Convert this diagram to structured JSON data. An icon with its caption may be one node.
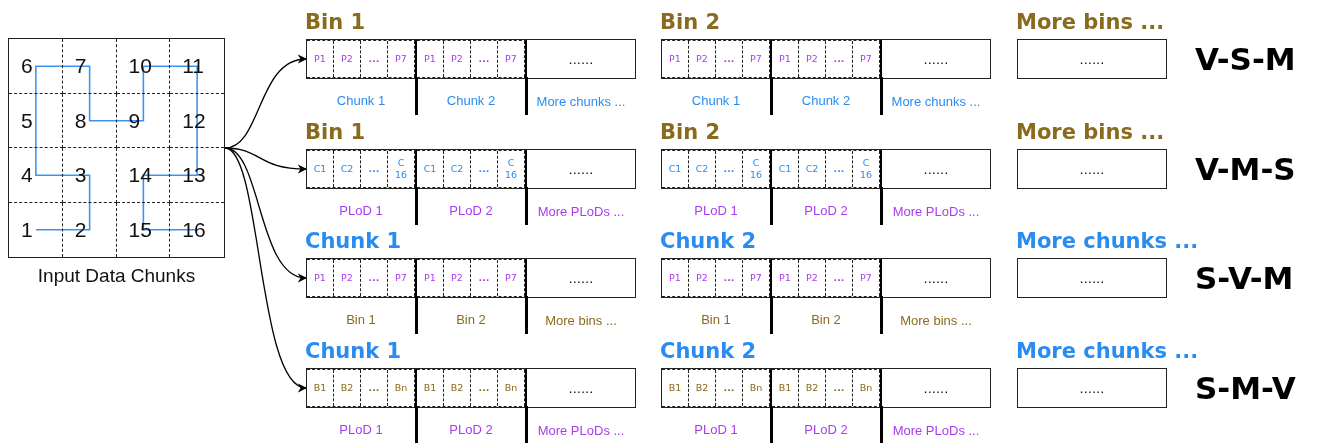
{
  "diagram": {
    "nodes": [
      {
        "text": [
          "6",
          "7",
          "10",
          "11",
          "5",
          "8",
          "9",
          "12",
          "4",
          "3",
          "14",
          "13",
          "1",
          "2",
          "15",
          "16"
        ],
        "beside": [
          "Input Data Chunks"
        ]
      },
      {
        "text": [
          "Bin 1"
        ]
      },
      {
        "text": [],
        "shape": "box",
        "beside": [
          "Chunk 1"
        ],
        "in": 1
      },
      {
        "text": [
          "P1"
        ],
        "in": 2
      },
      {
        "text": [
          "P2"
        ],
        "in": 2
      },
      {
        "text": [
          "..."
        ],
        "in": 2
      },
      {
        "text": [
          "P7"
        ],
        "in": 2
      },
      {
        "text": [],
        "shape": "box",
        "beside": [
          "Chunk 2"
        ],
        "in": 1
      },
      {
        "text": [
          "P1"
        ],
        "in": 7
      },
      {
        "text": [
          "P2"
        ],
        "in": 7
      },
      {
        "text": [
          "..."
        ],
        "in": 7
      },
      {
        "text": [
          "P7"
        ],
        "in": 7
      },
      {
        "text": [
          "......"
        ],
        "beside": [
          "More chunks ..."
        ],
        "in": 1
      },
      {
        "text": [
          "Bin 2"
        ]
      },
      {
        "text": [],
        "shape": "box",
        "beside": [
          "Chunk 1"
        ],
        "in": 13
      },
      {
        "text": [
          "P1"
        ],
        "in": 14
      },
      {
        "text": [
          "P2"
        ],
        "in": 14
      },
      {
        "text": [
          "..."
        ],
        "in": 14
      },
      {
        "text": [
          "P7"
        ],
        "in": 14
      },
      {
        "text": [],
        "shape": "box",
        "beside": [
          "Chunk 2"
        ],
        "in": 13
      },
      {
        "text": [
          "P1"
        ],
        "in": 19
      },
      {
        "text": [
          "P2"
        ],
        "in": 19
      },
      {
        "text": [
          "..."
        ],
        "in": 19
      },
      {
        "text": [
          "P7"
        ],
        "in": 19
      },
      {
        "text": [
          "......"
        ],
        "beside": [
          "More chunks ..."
        ],
        "in": 13
      },
      {
        "text": [
          "More bins ...",
          "......"
        ]
      },
      {
        "text": [
          "Bin 1"
        ]
      },
      {
        "text": [],
        "shape": "box",
        "beside": [
          "PLoD 1"
        ],
        "in": 26
      },
      {
        "text": [
          "C1"
        ],
        "in": 27
      },
      {
        "text": [
          "C2"
        ],
        "in": 27
      },
      {
        "text": [
          "..."
        ],
        "in": 27
      },
      {
        "text": [
          "C 16"
        ],
        "in": 27
      },
      {
        "text": [],
        "shape": "box",
        "beside": [
          "PLoD 2"
        ],
        "in": 26
      },
      {
        "text": [
          "C1"
        ],
        "in": 32
      },
      {
        "text": [
          "C2"
        ],
        "in": 32
      },
      {
        "text": [
          "..."
        ],
        "in": 32
      },
      {
        "text": [
          "C 16"
        ],
        "in": 32
      },
      {
        "text": [
          "......"
        ],
        "beside": [
          "More PLoDs ..."
        ],
        "in": 26
      },
      {
        "text": [
          "Bin 2"
        ]
      },
      {
        "text": [],
        "shape": "box",
        "beside": [
          "PLoD 1"
        ],
        "in": 38
      },
      {
        "text": [
          "C1"
        ],
        "in": 39
      },
      {
        "text": [
          "C2"
        ],
        "in": 39
      },
      {
        "text": [
          "..."
        ],
        "in": 39
      },
      {
        "text": [
          "C 16"
        ],
        "in": 39
      },
      {
        "text": [],
        "shape": "box",
        "beside": [
          "PLoD 2"
        ],
        "in": 38
      },
      {
        "text": [
          "C1"
        ],
        "in": 44
      },
      {
        "text": [
          "C2"
        ],
        "in": 44
      },
      {
        "text": [
          "..."
        ],
        "in": 44
      },
      {
        "text": [
          "C 16"
        ],
        "in": 44
      },
      {
        "text": [
          "......"
        ],
        "beside": [
          "More PLoDs ..."
        ],
        "in": 38
      },
      {
        "text": [
          "More bins ...",
          "......"
        ]
      },
      {
        "text": [
          "Chunk 1"
        ]
      },
      {
        "text": [],
        "shape": "box",
        "beside": [
          "Bin 1"
        ],
        "in": 51
      },
      {
        "text": [
          "P1"
        ],
        "in": 52
      },
      {
        "text": [
          "P2"
        ],
        "in": 52
      },
      {
        "text": [
          "..."
        ],
        "in": 52
      },
      {
        "text": [
          "P7"
        ],
        "in": 52
      },
      {
        "text": [],
        "shape": "box",
        "beside": [
          "Bin 2"
        ],
        "in": 51
      },
      {
        "text": [
          "P1"
        ],
        "in": 57
      },
      {
        "text": [
          "P2"
        ],
        "in": 57
      },
      {
        "text": [
          "..."
        ],
        "in": 57
      },
      {
        "text": [
          "P7"
        ],
        "in": 57
      },
      {
        "text": [
          "......"
        ],
        "beside": [
          "More bins ..."
        ],
        "in": 51
      },
      {
        "text": [
          "Chunk 2"
        ]
      },
      {
        "text": [],
        "shape": "box",
        "beside": [
          "Bin 1"
        ],
        "in": 63
      },
      {
        "text": [
          "P1"
        ],
        "in": 64
      },
      {
        "text": [
          "P2"
        ],
        "in": 64
      },
      {
        "text": [
          "..."
        ],
        "in": 64
      },
      {
        "text": [
          "P7"
        ],
        "in": 64
      },
      {
        "text": [],
        "shape": "box",
        "beside": [
          "Bin 2"
        ],
        "in": 63
      },
      {
        "text": [
          "P1"
        ],
        "in": 69
      },
      {
        "text": [
          "P2"
        ],
        "in": 69
      },
      {
        "text": [
          "..."
        ],
        "in": 69
      },
      {
        "text": [
          "P7"
        ],
        "in": 69
      },
      {
        "text": [
          "......"
        ],
        "beside": [
          "More bins ..."
        ],
        "in": 63
      },
      {
        "text": [
          "More chunks ...",
          "......"
        ]
      },
      {
        "text": [
          "Chunk 1"
        ]
      },
      {
        "text": [],
        "shape": "box",
        "beside": [
          "PLoD 1"
        ],
        "in": 76
      },
      {
        "text": [
          "B1"
        ],
        "in": 77
      },
      {
        "text": [
          "B2"
        ],
        "in": 77
      },
      {
        "text": [
          "..."
        ],
        "in": 77
      },
      {
        "text": [
          "Bn"
        ],
        "in": 77
      },
      {
        "text": [],
        "shape": "box",
        "beside": [
          "PLoD 2"
        ],
        "in": 76
      },
      {
        "text": [
          "B1"
        ],
        "in": 82
      },
      {
        "text": [
          "B2"
        ],
        "in": 82
      },
      {
        "text": [
          "..."
        ],
        "in": 82
      },
      {
        "text": [
          "Bn"
        ],
        "in": 82
      },
      {
        "text": [
          "......"
        ],
        "beside": [
          "More PLoDs ..."
        ],
        "in": 76
      },
      {
        "text": [
          "Chunk 2"
        ]
      },
      {
        "text": [],
        "shape": "box",
        "beside": [
          "PLoD 1"
        ],
        "in": 88
      },
      {
        "text": [
          "B1"
        ],
        "in": 89
      },
      {
        "text": [
          "B2"
        ],
        "in": 89
      },
      {
        "text": [
          "..."
        ],
        "in": 89
      },
      {
        "text": [
          "Bn"
        ],
        "in": 89
      },
      {
        "text": [],
        "shape": "box",
        "beside": [
          "PLoD 2"
        ],
        "in": 88
      },
      {
        "text": [
          "B1"
        ],
        "in": 94
      },
      {
        "text": [
          "B2"
        ],
        "in": 94
      },
      {
        "text": [
          "..."
        ],
        "in": 94
      },
      {
        "text": [
          "Bn"
        ],
        "in": 94
      },
      {
        "text": [
          "......"
        ],
        "beside": [
          "More PLoDs ..."
        ],
        "in": 88
      },
      {
        "text": [
          "More chunks ...",
          "......"
        ]
      }
    ],
    "edges": [
      {
        "from": 0,
        "to": 1,
        "arrow": "to"
      },
      {
        "from": 0,
        "to": 26,
        "arrow": "to"
      },
      {
        "from": 0,
        "to": 51,
        "arrow": "to"
      },
      {
        "from": 0,
        "to": 76,
        "arrow": "to"
      }
    ],
    "labels": [
      "V-S-M",
      "V-M-S",
      "S-V-M",
      "S-M-V"
    ]
  }
}
